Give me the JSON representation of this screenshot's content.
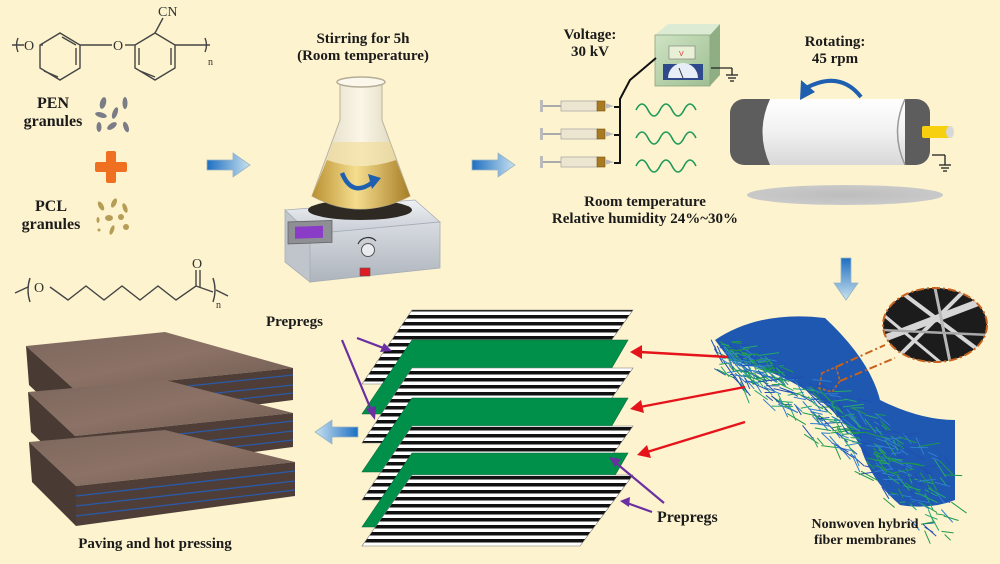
{
  "diagram": {
    "title": "Preparation process of PEN/PCL nonwoven hybrid fiber membrane reinforced laminates",
    "colors": {
      "background": "#fdf3cf",
      "process_arrow": "#1f72c4",
      "prepreg_green": "#00904a",
      "pointer_purple": "#6a2fa0",
      "pointer_red": "#e5141b",
      "fiber_blue": "#1e4fb5",
      "fiber_green": "#1f9a4a",
      "plus_orange": "#f07021",
      "laminate_brown": "#7a6156"
    },
    "materials": {
      "pen_structure": {
        "atoms": [
          "O",
          "O",
          "CN"
        ],
        "repeat": "n"
      },
      "pen_label": [
        "PEN",
        "granules"
      ],
      "plus_symbol": "+",
      "pcl_label": [
        "PCL",
        "granules"
      ],
      "pcl_structure": {
        "atoms": [
          "O",
          "O"
        ],
        "repeat": "n"
      }
    },
    "step_stirring": {
      "label": [
        "Stirring for 5h",
        "(Room temperature)"
      ]
    },
    "step_electrospinning": {
      "voltage_label": [
        "Voltage:",
        "30 kV"
      ],
      "meter_symbol": "V",
      "conditions": [
        "Room temperature",
        "Relative humidity 24%~30%"
      ],
      "syringe_count": 3
    },
    "step_collector": {
      "rotating_label": [
        "Rotating:",
        "45 rpm"
      ]
    },
    "step_membrane": {
      "label": [
        "Nonwoven hybrid",
        "fiber membranes"
      ]
    },
    "step_stacking": {
      "prepregs_label_top": "Prepregs",
      "prepregs_label_bottom": "Prepregs",
      "prepreg_layers": 4,
      "membrane_layers": 3
    },
    "step_pressing": {
      "label": "Paving and hot pressing",
      "laminate_count": 3
    }
  }
}
